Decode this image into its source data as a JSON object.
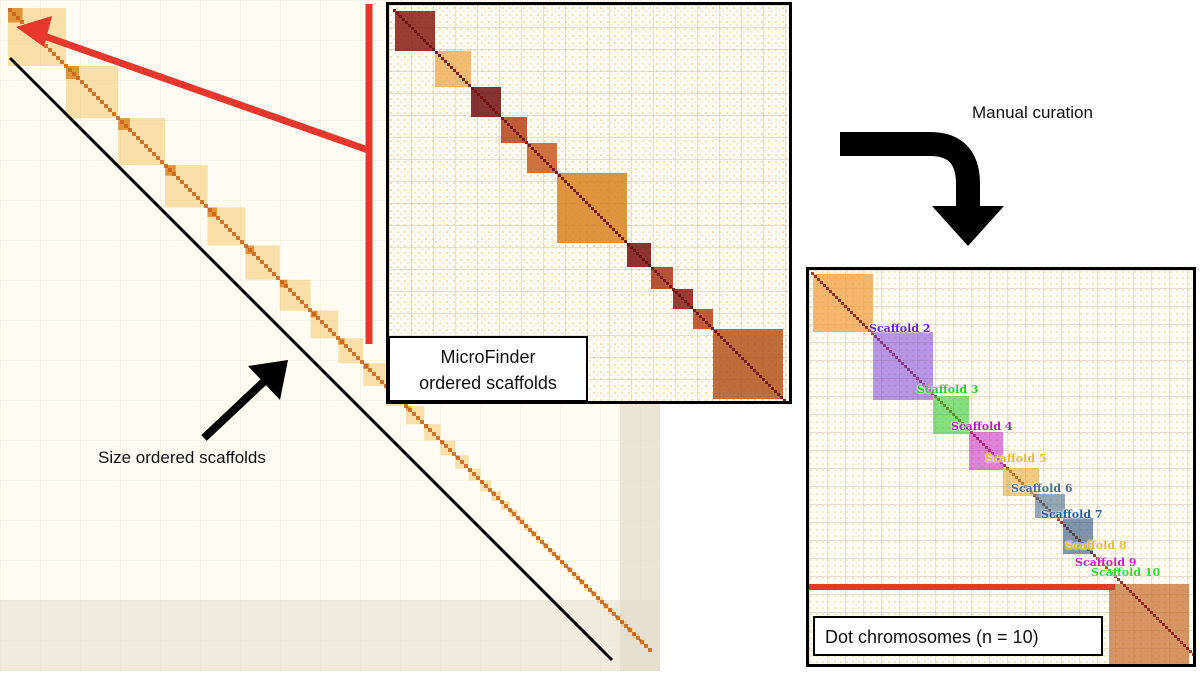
{
  "labels": {
    "size_ordered": "Size ordered scaffolds",
    "microfinder_line1": "MicroFinder",
    "microfinder_line2": "ordered scaffolds",
    "manual_curation": "Manual curation",
    "dot_chromosomes": "Dot chromosomes (n = 10)"
  },
  "scaffolds": [
    {
      "name": "Scaffold 2",
      "color": "#6a1fd0"
    },
    {
      "name": "Scaffold 3",
      "color": "#2ecc2e"
    },
    {
      "name": "Scaffold 4",
      "color": "#b41fb4"
    },
    {
      "name": "Scaffold 5",
      "color": "#e3c126"
    },
    {
      "name": "Scaffold 6",
      "color": "#4a6f8a"
    },
    {
      "name": "Scaffold 7",
      "color": "#2a5d9b"
    },
    {
      "name": "Scaffold 8",
      "color": "#e3c126"
    },
    {
      "name": "Scaffold 9",
      "color": "#cc22cc"
    },
    {
      "name": "Scaffold 10",
      "color": "#33dd33"
    }
  ],
  "colors": {
    "red_accent": "#e8382e",
    "heat_dark": "#7a0d0d",
    "heat_mid": "#d9821f",
    "heat_light": "#f6d27a",
    "matrix_bg": "#fefcf3"
  }
}
